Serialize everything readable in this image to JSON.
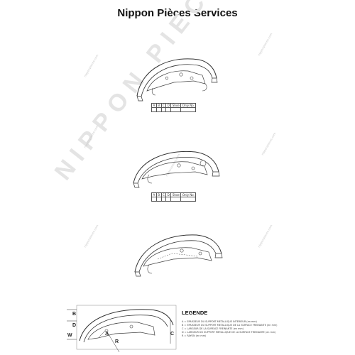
{
  "header": {
    "title": "Nippon Pièces Services"
  },
  "watermark": {
    "text": "NIPPON PIECES SERVICES",
    "small_text": "nipponpieces.com"
  },
  "shoe_tables": [
    {
      "headers": [
        "A",
        "B",
        "C",
        "D",
        "Shoe",
        "Only No."
      ],
      "values": [
        "",
        "",
        "",
        "",
        "",
        ""
      ]
    },
    {
      "headers": [
        "A",
        "B",
        "C",
        "D",
        "Shoe",
        "Only No."
      ],
      "values": [
        "",
        "",
        "",
        "",
        "",
        ""
      ]
    }
  ],
  "legend": {
    "title": "LEGENDE",
    "items": [
      "A = EPAISSEUR DU SUPPORT METALLIQUE INTERIEUR (en mm)",
      "B = EPAISSEUR DU SUPPORT METALLIQUE DE LA SURFACE FREINANTE (en mm)",
      "C = LARGEUR DE LA SURFACE FREINANTE (en mm)",
      "D = LARGEUR DU SUPPORT METALLIQUE DE LA SURFACE FREINANTE (en mm)",
      "R = RAYON (en mm)"
    ]
  },
  "dimension_labels": {
    "b": "B",
    "d": "D",
    "w": "W",
    "a": "A",
    "r": "R",
    "c": "C"
  }
}
